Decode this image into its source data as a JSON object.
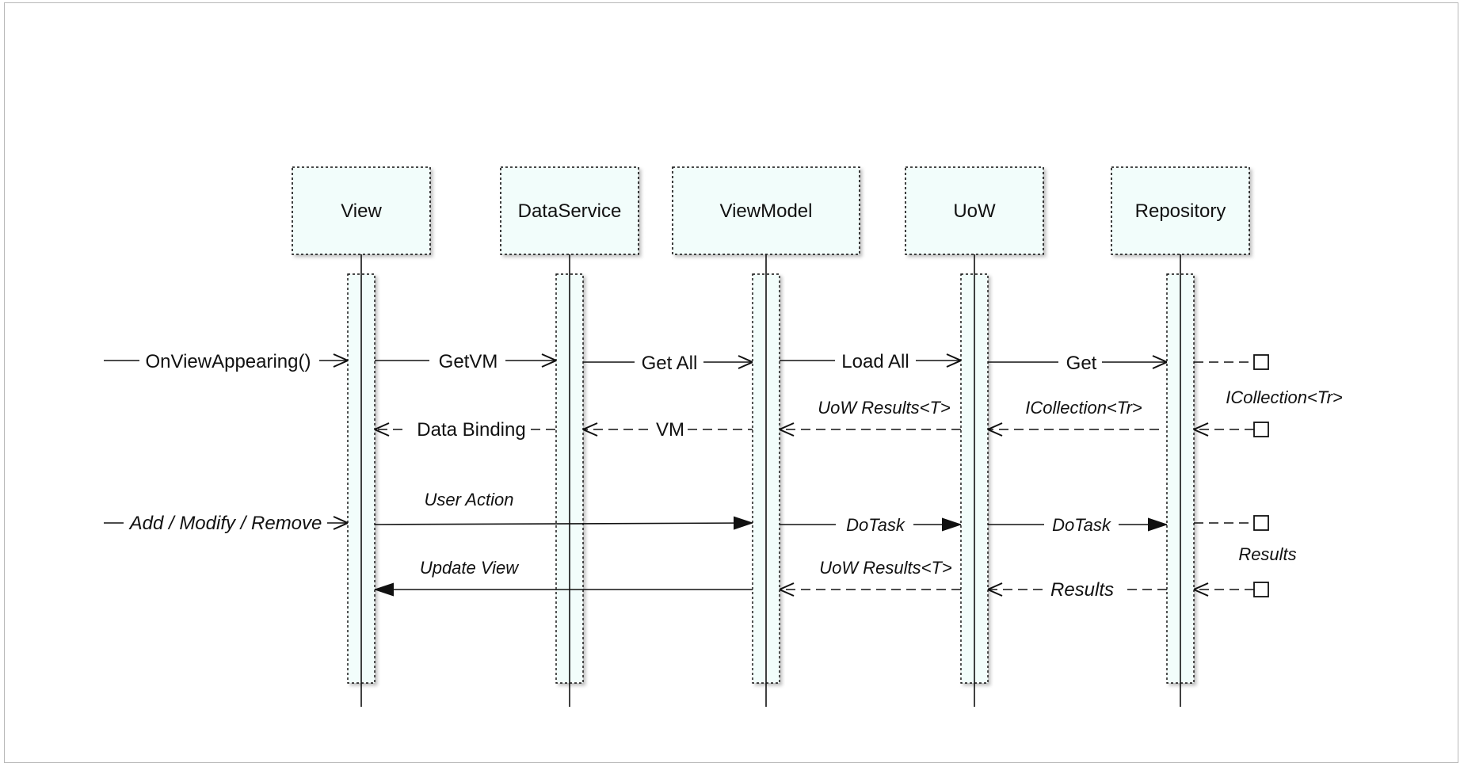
{
  "participants": [
    {
      "id": "view",
      "label": "View"
    },
    {
      "id": "dataservice",
      "label": "DataService"
    },
    {
      "id": "viewmodel",
      "label": "ViewModel"
    },
    {
      "id": "uow",
      "label": "UoW"
    },
    {
      "id": "repository",
      "label": "Repository"
    }
  ],
  "messages": {
    "on_view_appearing": "OnViewAppearing()",
    "get_vm": "GetVM",
    "get_all": "Get All",
    "load_all": "Load All",
    "get": "Get",
    "icollection_tr_right": "ICollection<Tr>",
    "data_binding": "Data Binding",
    "vm": "VM",
    "uow_results_1": "UoW Results<T>",
    "icollection_tr": "ICollection<Tr>",
    "add_modify_remove": "Add / Modify / Remove",
    "user_action": "User Action",
    "do_task_1": "DoTask",
    "do_task_2": "DoTask",
    "results_right": "Results",
    "update_view": "Update View",
    "uow_results_2": "UoW Results<T>",
    "results": "Results"
  },
  "colors": {
    "box_fill": "#f2fdfb",
    "line": "#111111",
    "frame_border": "#b8b8b8"
  }
}
